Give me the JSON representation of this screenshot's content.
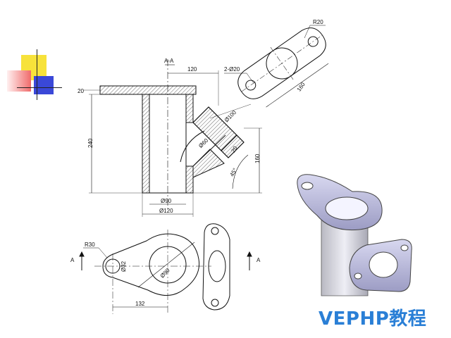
{
  "drawing": {
    "section_label": "A-A",
    "dims": {
      "flange_thickness": "20",
      "top_offset": "120",
      "height": "240",
      "bottom_inner_diameter": "Ø90",
      "bottom_outer_diameter": "Ø120",
      "branch_outer_diameter": "Ø100",
      "branch_inner_diameter": "Ø60",
      "branch_flange": "20",
      "branch_height": "160",
      "branch_angle": "45°",
      "hole_count": "2-Ø20",
      "flange_radius": "R20",
      "flange_length": "160",
      "plan_radius": "R30",
      "plan_hole": "Ø32",
      "plan_bore": "Ø90",
      "plan_length": "132",
      "section_mark_left": "A",
      "section_mark_right": "A"
    }
  },
  "brand": {
    "text": "VEPHP教程",
    "color": "#2a7fd6"
  }
}
